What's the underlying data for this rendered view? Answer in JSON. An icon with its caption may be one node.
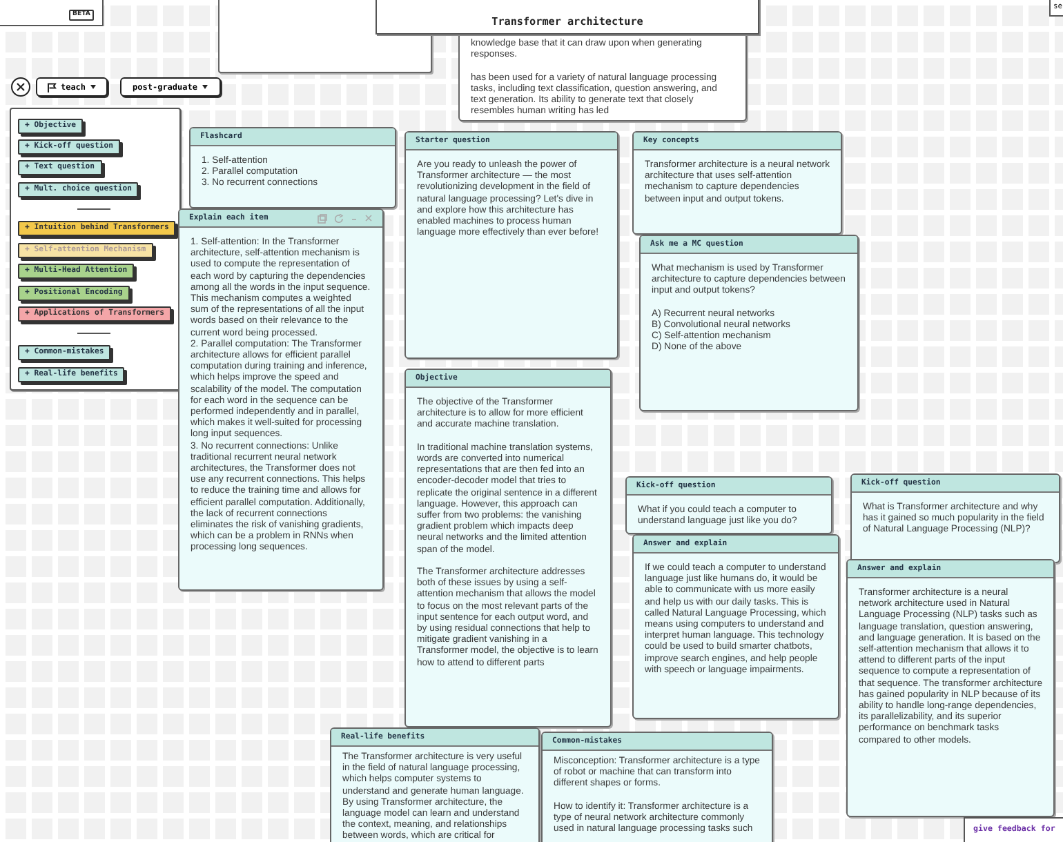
{
  "diagram": {
    "title": "Transformer architecture",
    "nodes": [
      {
        "text": [],
        "shape": "box"
      },
      {
        "text": [
          "knowledge base that it can draw upon when generating responses.",
          "has been used for a variety of natural language processing tasks, including text classification, question answering, and text generation. Its ability to generate text that closely resembles human writing has led"
        ]
      },
      {
        "text": [
          "Flashcard",
          "1. Self-attention",
          "2. Parallel computation",
          "3. No recurrent connections"
        ]
      },
      {
        "text": [
          "Explain each item",
          "1. Self-attention: In the Transformer architecture, self-attention mechanism is used to compute the representation of each word by capturing the dependencies among all the words in the input sequence. This mechanism computes a weighted sum of the representations of all the input words based on their relevance to the current word being processed.",
          "2. Parallel computation: The Transformer architecture allows for efficient parallel computation during training and inference, which helps improve the speed and scalability of the model. The computation for each word in the sequence can be performed independently and in parallel, which makes it well-suited for processing long input sequences.",
          "3. No recurrent connections: Unlike traditional recurrent neural network architectures, the Transformer does not use any recurrent connections. This helps to reduce the training time and allows for efficient parallel computation. Additionally, the lack of recurrent connections eliminates the risk of vanishing gradients, which can be a problem in RNNs when processing long sequences."
        ]
      },
      {
        "text": [
          "Starter question",
          "Are you ready to unleash the power of Transformer architecture — the most revolutionizing development in the field of natural language processing? Let's dive in and explore how this architecture has enabled machines to process human language more effectively than ever before!"
        ]
      },
      {
        "text": [
          "Key concepts",
          "Transformer architecture is a neural network architecture that uses self-attention mechanism to capture dependencies between input and output tokens."
        ]
      },
      {
        "text": [
          "Ask me a MC question",
          "What mechanism is used by Transformer architecture to capture dependencies between input and output tokens?",
          "A) Recurrent neural networks",
          "B) Convolutional neural networks",
          "C) Self-attention mechanism",
          "D) None of the above"
        ]
      },
      {
        "text": [
          "Objective",
          "The objective of the Transformer architecture is to allow for more efficient and accurate machine translation.",
          "In traditional machine translation systems, words are converted into numerical representations that are then fed into an encoder-decoder model that tries to replicate the original sentence in a different language. However, this approach can suffer from two problems: the vanishing gradient problem which impacts deep neural networks and the limited attention span of the model.",
          "The Transformer architecture addresses both of these issues by using a self-attention mechanism that allows the model to focus on the most relevant parts of the input sentence for each output word, and by using residual connections that help to mitigate gradient vanishing in a Transformer model, the objective is to learn how to attend to different parts"
        ]
      },
      {
        "text": [
          "Kick-off question",
          "What if you could teach a computer to understand language just like you do?"
        ]
      },
      {
        "text": [
          "Answer and explain",
          "If we could teach a computer to understand language just like humans do, it would be able to communicate with us more easily and help us with our daily tasks. This is called Natural Language Processing, which means using computers to understand and interpret human language. This technology could be used to build smarter chatbots, improve search engines, and help people with speech or language impairments."
        ]
      },
      {
        "text": [
          "Kick-off question",
          "What is Transformer architecture and why has it gained so much popularity in the field of Natural Language Processing (NLP)?"
        ]
      },
      {
        "text": [
          "Answer and explain",
          "Transformer architecture is a neural network architecture used in Natural Language Processing (NLP) tasks such as language translation, question answering, and language generation. It is based on the self-attention mechanism that allows it to attend to different parts of the input sequence to compute a representation of that sequence. The transformer architecture has gained popularity in NLP because of its ability to handle long-range dependencies, its parallelizability, and its superior performance on benchmark tasks compared to other models."
        ]
      },
      {
        "text": [
          "Real-life benefits",
          "The Transformer architecture is very useful in the field of natural language processing, which helps computer systems to understand and generate human language. By using Transformer architecture, the language model can learn and understand the context, meaning, and relationships between words, which are critical for providing accurate and relevant"
        ]
      },
      {
        "text": [
          "Common-mistakes",
          "Misconception: Transformer architecture is a type of robot or machine that can transform into different shapes or forms.",
          "How to identify it: Transformer architecture is a type of neural network architecture commonly used in natural language processing tasks such"
        ]
      }
    ],
    "edges": [],
    "labels": [
      "BETA",
      "se",
      "teach",
      "post-graduate",
      "+ Objective",
      "+ Kick-off question",
      "+ Text question",
      "+ Mult. choice question",
      "+ Intuition behind Transformers",
      "+ Self-attention Mechanism",
      "+ Multi-Head Attention",
      "+ Positional Encoding",
      "+ Applications of Transformers",
      "+ Common-mistakes",
      "+ Real-life benefits",
      "give feedback for"
    ]
  }
}
